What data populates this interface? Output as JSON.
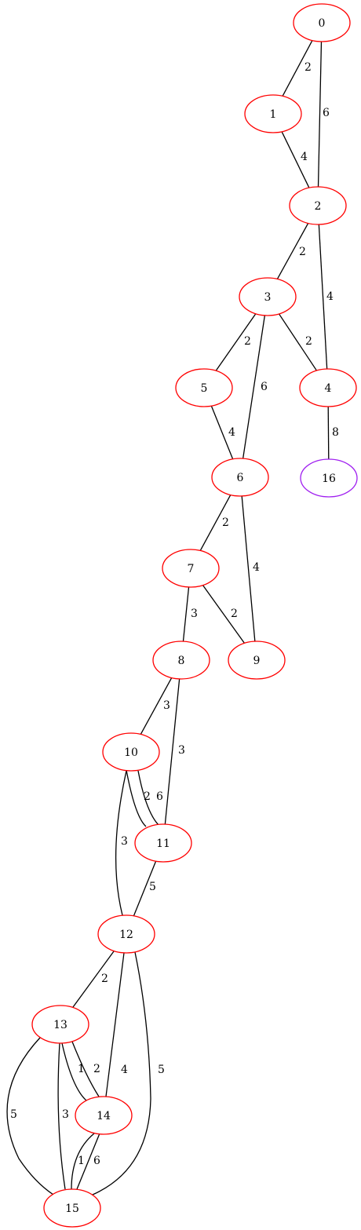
{
  "graph": {
    "type": "undirected-weighted-graph",
    "colors": {
      "default_node": "#ff0000",
      "special_node": "#a020f0",
      "edge": "#000000"
    },
    "nodes": [
      {
        "id": "0",
        "label": "0",
        "color": "#ff0000"
      },
      {
        "id": "1",
        "label": "1",
        "color": "#ff0000"
      },
      {
        "id": "2",
        "label": "2",
        "color": "#ff0000"
      },
      {
        "id": "3",
        "label": "3",
        "color": "#ff0000"
      },
      {
        "id": "4",
        "label": "4",
        "color": "#ff0000"
      },
      {
        "id": "5",
        "label": "5",
        "color": "#ff0000"
      },
      {
        "id": "6",
        "label": "6",
        "color": "#ff0000"
      },
      {
        "id": "7",
        "label": "7",
        "color": "#ff0000"
      },
      {
        "id": "8",
        "label": "8",
        "color": "#ff0000"
      },
      {
        "id": "9",
        "label": "9",
        "color": "#ff0000"
      },
      {
        "id": "10",
        "label": "10",
        "color": "#ff0000"
      },
      {
        "id": "11",
        "label": "11",
        "color": "#ff0000"
      },
      {
        "id": "12",
        "label": "12",
        "color": "#ff0000"
      },
      {
        "id": "13",
        "label": "13",
        "color": "#ff0000"
      },
      {
        "id": "14",
        "label": "14",
        "color": "#ff0000"
      },
      {
        "id": "15",
        "label": "15",
        "color": "#ff0000"
      },
      {
        "id": "16",
        "label": "16",
        "color": "#a020f0"
      }
    ],
    "edges": [
      {
        "source": "0",
        "target": "1",
        "weight": "2"
      },
      {
        "source": "0",
        "target": "2",
        "weight": "6"
      },
      {
        "source": "1",
        "target": "2",
        "weight": "4"
      },
      {
        "source": "2",
        "target": "3",
        "weight": "2"
      },
      {
        "source": "2",
        "target": "4",
        "weight": "4"
      },
      {
        "source": "3",
        "target": "5",
        "weight": "2"
      },
      {
        "source": "3",
        "target": "6",
        "weight": "6"
      },
      {
        "source": "3",
        "target": "4",
        "weight": "2"
      },
      {
        "source": "4",
        "target": "16",
        "weight": "8"
      },
      {
        "source": "5",
        "target": "6",
        "weight": "4"
      },
      {
        "source": "6",
        "target": "7",
        "weight": "2"
      },
      {
        "source": "6",
        "target": "9",
        "weight": "4"
      },
      {
        "source": "7",
        "target": "8",
        "weight": "3"
      },
      {
        "source": "7",
        "target": "9",
        "weight": "2"
      },
      {
        "source": "8",
        "target": "10",
        "weight": "3"
      },
      {
        "source": "8",
        "target": "11",
        "weight": "3"
      },
      {
        "source": "10",
        "target": "11",
        "weight": "2"
      },
      {
        "source": "10",
        "target": "11",
        "weight": "6"
      },
      {
        "source": "10",
        "target": "12",
        "weight": "3"
      },
      {
        "source": "11",
        "target": "12",
        "weight": "5"
      },
      {
        "source": "12",
        "target": "13",
        "weight": "2"
      },
      {
        "source": "12",
        "target": "14",
        "weight": "4"
      },
      {
        "source": "12",
        "target": "15",
        "weight": "5"
      },
      {
        "source": "13",
        "target": "14",
        "weight": "1"
      },
      {
        "source": "13",
        "target": "14",
        "weight": "2"
      },
      {
        "source": "13",
        "target": "15",
        "weight": "5"
      },
      {
        "source": "13",
        "target": "15",
        "weight": "3"
      },
      {
        "source": "14",
        "target": "15",
        "weight": "1"
      },
      {
        "source": "14",
        "target": "15",
        "weight": "6"
      }
    ]
  }
}
